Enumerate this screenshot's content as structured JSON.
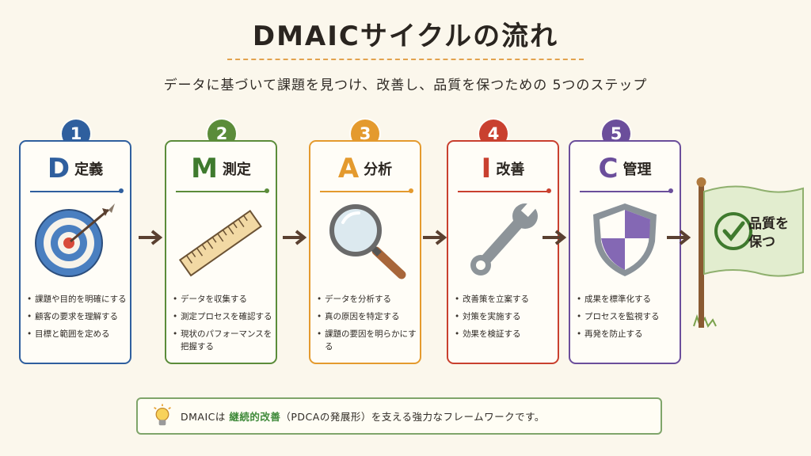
{
  "title": "DMAICサイクルの流れ",
  "subtitle": "データに基づいて課題を見つけ、改善し、品質を保つための 5つのステップ",
  "steps": [
    {
      "number": "1",
      "letter": "D",
      "name": "定義",
      "color": "#2f5f9e",
      "icon": "target-icon",
      "bullets": [
        "課題や目的を明確にする",
        "顧客の要求を理解する",
        "目標と範囲を定める"
      ]
    },
    {
      "number": "2",
      "letter": "M",
      "name": "測定",
      "color": "#5b8c3a",
      "icon": "ruler-icon",
      "bullets": [
        "データを収集する",
        "測定プロセスを確認する",
        "現状のパフォーマンスを把握する"
      ]
    },
    {
      "number": "3",
      "letter": "A",
      "name": "分析",
      "color": "#e49a2e",
      "icon": "magnifier-icon",
      "bullets": [
        "データを分析する",
        "真の原因を特定する",
        "課題の要因を明らかにする"
      ]
    },
    {
      "number": "4",
      "letter": "I",
      "name": "改善",
      "color": "#c9402f",
      "icon": "wrench-icon",
      "bullets": [
        "改善策を立案する",
        "対策を実施する",
        "効果を検証する"
      ]
    },
    {
      "number": "5",
      "letter": "C",
      "name": "管理",
      "color": "#6b4e9b",
      "icon": "shield-icon",
      "bullets": [
        "成果を標準化する",
        "プロセスを監視する",
        "再発を防止する"
      ]
    }
  ],
  "flag": {
    "line1": "品質を",
    "line2": "保つ",
    "icon": "check-icon"
  },
  "note": {
    "icon": "lightbulb-icon",
    "prefix": "DMAICは ",
    "emphasis": "継続的改善",
    "middle": "（PDCAの発展形）",
    "suffix": "を支える強力なフレームワークです。"
  }
}
